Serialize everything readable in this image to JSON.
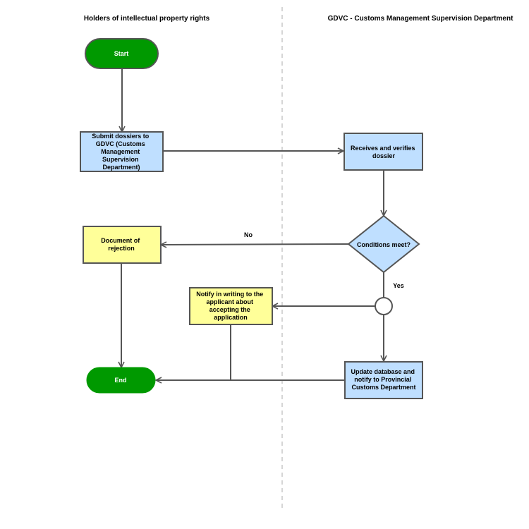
{
  "lanes": {
    "left": "Holders of intellectual property rights",
    "right": "GDVC - Customs Management Supervision Department"
  },
  "nodes": {
    "start": {
      "lines": [
        "Start"
      ]
    },
    "submit": {
      "lines": [
        "Submit dossiers to",
        "GDVC (Customs",
        "Management",
        "Supervision",
        "Department)"
      ]
    },
    "receive": {
      "lines": [
        "Receives and verifies",
        "dossier"
      ]
    },
    "decision": {
      "lines": [
        "Conditions meet?"
      ]
    },
    "rejection": {
      "lines": [
        "Document of",
        "rejection"
      ]
    },
    "notify": {
      "lines": [
        "Notify in writing to the",
        "applicant about",
        "accepting the",
        "application"
      ]
    },
    "update": {
      "lines": [
        "Update database and",
        "notify to Provincial",
        "Customs Department"
      ]
    },
    "end": {
      "lines": [
        "End"
      ]
    }
  },
  "edge_labels": {
    "no": "No",
    "yes": "Yes"
  },
  "colors": {
    "terminal": "#009900",
    "process_blue": "#bfdfff",
    "process_yellow": "#ffff99",
    "edge": "#555555"
  }
}
